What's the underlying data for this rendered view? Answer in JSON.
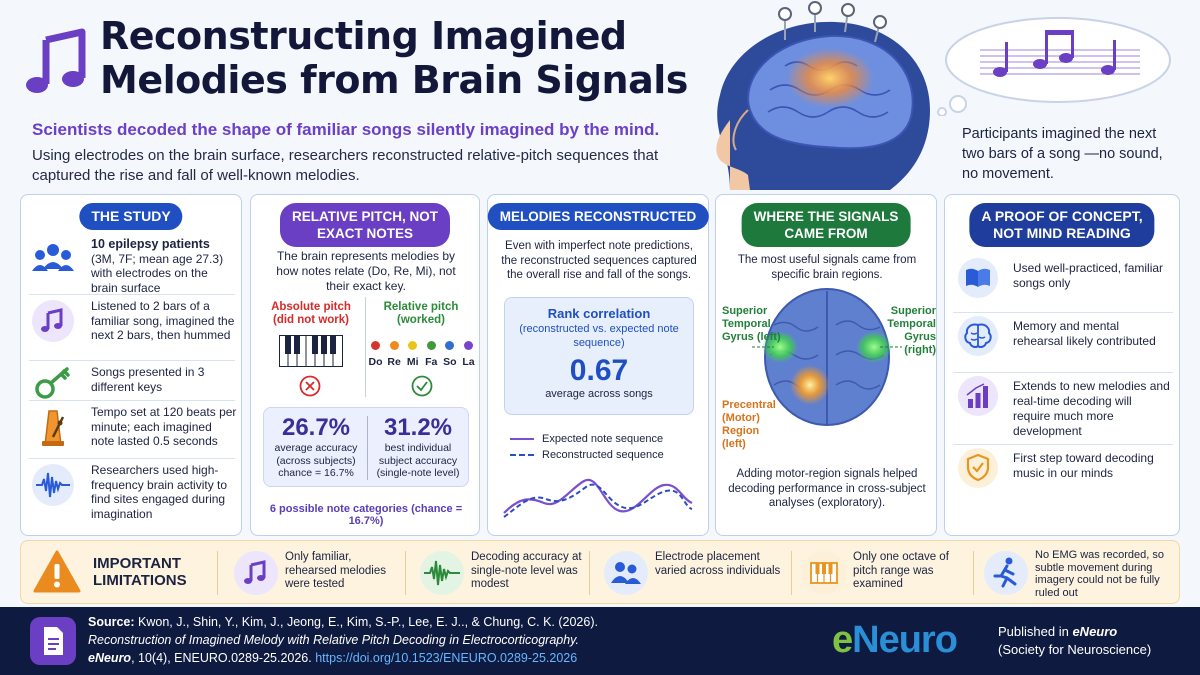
{
  "header": {
    "title_line1": "Reconstructing Imagined",
    "title_line2": "Melodies from Brain Signals",
    "subtitle": "Scientists decoded the shape of familiar songs silently imagined by the mind.",
    "intro": "Using electrodes on the brain surface, researchers reconstructed relative-pitch sequences that captured the rise and fall of well-known melodies.",
    "bubble_text": "Participants imagined the next two bars of a song —no sound, no movement."
  },
  "study": {
    "title": "THE STUDY",
    "items": [
      {
        "icon": "people-icon",
        "bold": "10 epilepsy patients",
        "text": "(3M, 7F; mean age 27.3) with electrodes on the brain surface"
      },
      {
        "icon": "music-note-icon",
        "bold": "",
        "text": "Listened to 2 bars of a familiar song, imagined the next 2 bars, then hummed"
      },
      {
        "icon": "key-icon",
        "bold": "",
        "text": "Songs presented in 3 different keys"
      },
      {
        "icon": "metronome-icon",
        "bold": "",
        "text": "Tempo set at 120 beats per minute; each imagined note lasted 0.5 seconds"
      },
      {
        "icon": "waveform-icon",
        "bold": "",
        "text": "Researchers used high-frequency brain activity to find sites engaged during imagination"
      }
    ]
  },
  "relative": {
    "title_line1": "RELATIVE PITCH, NOT",
    "title_line2": "EXACT NOTES",
    "desc": "The brain represents melodies by how notes relate (Do, Re, Mi), not their exact key.",
    "absolute_label_1": "Absolute pitch",
    "absolute_label_2": "(did not work)",
    "relative_label_1": "Relative pitch",
    "relative_label_2": "(worked)",
    "notes": [
      {
        "name": "Do",
        "color": "#d8342f"
      },
      {
        "name": "Re",
        "color": "#ee8a1b"
      },
      {
        "name": "Mi",
        "color": "#e9c419"
      },
      {
        "name": "Fa",
        "color": "#3e9a3c"
      },
      {
        "name": "So",
        "color": "#2f6fd0"
      },
      {
        "name": "La",
        "color": "#7a44c8"
      }
    ],
    "stat1_value": "26.7%",
    "stat1_text": "average accuracy (across subjects) chance = 16.7%",
    "stat2_value": "31.2%",
    "stat2_text": "best individual subject accuracy (single-note level)",
    "footnote": "6 possible note categories (chance = 16.7%)"
  },
  "melodies": {
    "title": "MELODIES RECONSTRUCTED",
    "desc": "Even with imperfect note predictions, the reconstructed sequences captured the overall rise and fall of the songs.",
    "rank_title": "Rank correlation",
    "rank_sub": "(reconstructed vs. expected note sequence)",
    "rank_value": "0.67",
    "rank_foot": "average across songs",
    "legend_expected": "Expected note sequence",
    "legend_reconstructed": "Reconstructed sequence",
    "expected_color": "#7b4fd0",
    "reconstructed_color": "#2b4fc1"
  },
  "signals": {
    "title_line1": "WHERE THE SIGNALS",
    "title_line2": "CAME FROM",
    "desc": "The most useful signals came from specific brain regions.",
    "left_region": "Superior Temporal Gyrus (left)",
    "right_region": "Superior Temporal Gyrus (right)",
    "motor_region": "Precentral (Motor) Region (left)",
    "foot": "Adding motor-region signals helped decoding performance in cross-subject analyses (exploratory)."
  },
  "proof": {
    "title_line1": "A PROOF OF CONCEPT,",
    "title_line2": "NOT MIND READING",
    "items": [
      {
        "icon": "book-icon",
        "text": "Used well-practiced, familiar songs only"
      },
      {
        "icon": "brain-icon",
        "text": "Memory and mental rehearsal likely contributed"
      },
      {
        "icon": "bar-chart-icon",
        "text": "Extends to new melodies and real-time decoding will require much more development"
      },
      {
        "icon": "shield-check-icon",
        "text": "First step toward decoding music in our minds"
      }
    ]
  },
  "limitations": {
    "title_line1": "IMPORTANT",
    "title_line2": "LIMITATIONS",
    "items": [
      {
        "icon": "music-note-icon",
        "text": "Only familiar, rehearsed melodies were tested"
      },
      {
        "icon": "waveform-icon",
        "text": "Decoding accuracy at single-note level was modest"
      },
      {
        "icon": "people-icon",
        "text": "Electrode placement varied across individuals"
      },
      {
        "icon": "piano-icon",
        "text": "Only one octave of pitch range was examined"
      },
      {
        "icon": "running-person-icon",
        "text": "No EMG was recorded, so subtle movement during imagery could not be fully ruled out"
      }
    ]
  },
  "footer": {
    "source_label": "Source:",
    "authors": "Kwon, J., Shin, Y., Kim, J., Jeong, E., Kim, S.-P., Lee, E. J.., & Chung, C. K. (2026).",
    "article": "Reconstruction of Imagined Melody with Relative Pitch Decoding in Electrocorticography.",
    "journal": "eNeuro",
    "volume": ", 10(4), ENEURO.0289-25.2026.",
    "doi": "https://doi.org/10.1523/ENEURO.0289-25.2026",
    "logo_e": "e",
    "logo_rest": "Neuro",
    "published_line1_prefix": "Published in ",
    "published_journal": "eNeuro",
    "published_line2": "(Society for Neuroscience)"
  }
}
